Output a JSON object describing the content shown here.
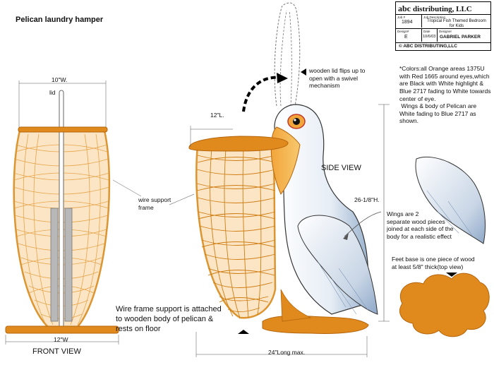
{
  "title": "Pelican laundry hamper",
  "title_block": {
    "logo_abc": "abc",
    "logo_text": "distributing, LLC",
    "job_label": "Job #",
    "job_value": "1894",
    "desc_label": "Job Description",
    "desc_value": "Tropical Fish Themed Bedroom for Kids",
    "design_label": "Design#",
    "design_value": "E",
    "date_label": "Date",
    "date_value": "10/6/03",
    "designer_label": "Designer",
    "designer_value": "GABRIEL PARKER",
    "copyright": "© ABC DISTRIBUTING,LLC"
  },
  "labels": {
    "front_view": "FRONT VIEW",
    "side_view": "SIDE VIEW",
    "dim_front_width": "10\"W.",
    "lid": "lid",
    "dim_front_base": "12\"W",
    "dim_side_lid": "12\"L.",
    "dim_height": "26-1/8\"H.",
    "dim_length": "24\"Long max.",
    "wire_support": "wire support\nframe",
    "wire_attached": "Wire frame support is attached\nto wooden body of pelican &\nrests on floor",
    "lid_note": "wooden lid flips up to\nopen with a swivel\nmechanism",
    "colors_note": "*Colors:all Orange areas 1375U\nwith Red 1665 around eyes,which\nare Black with White highlight &\nBlue 2717 fading to White towards\ncenter of eye.\n Wings & body of Pelican are\nWhite fading to Blue 2717 as\nshown.",
    "wings_note": "Wings are 2\nseparate wood pieces\njoined at each side of the\nbody for a realistic effect",
    "feet_note": "Feet base is one piece of wood\nat least 5/8\" thick(top view)"
  },
  "colors": {
    "orange": "#e08a1e",
    "wire": "#d98a1a",
    "blue": "#9bb3cf"
  }
}
